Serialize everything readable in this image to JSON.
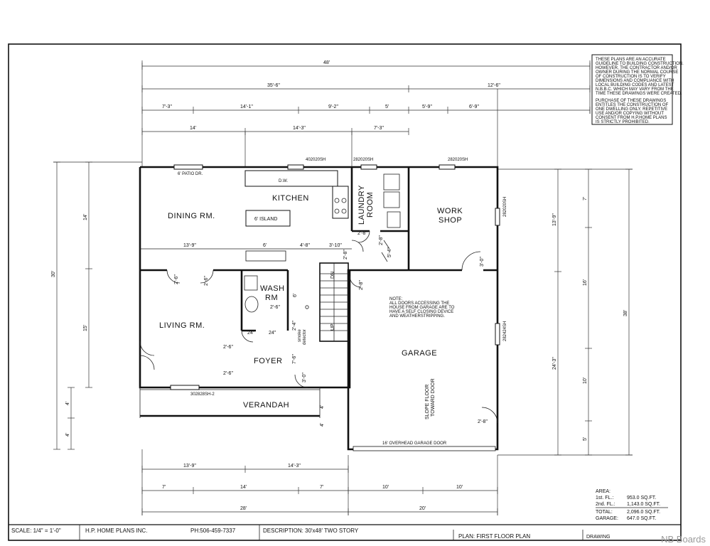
{
  "rooms": {
    "kitchen": "KITCHEN",
    "dining": "DINING RM.",
    "island": "6' ISLAND",
    "laundry1": "LAUNDRY",
    "laundry2": "ROOM",
    "work1": "WORK",
    "work2": "SHOP",
    "living": "LIVING RM.",
    "wash1": "WASH",
    "wash2": "RM",
    "foyer": "FOYER",
    "verandah": "VERANDAH",
    "garage": "GARAGE"
  },
  "labels": {
    "patio": "6' PATIO DR.",
    "dw": "D.W.",
    "win_402": "402020SH",
    "win_282a": "282020SH",
    "win_282b": "282020SH",
    "win_282c": "282020SH",
    "win_2824": "282424SH",
    "win_3028": "302828SH-2",
    "smoke1": "smoke",
    "smoke2": "detector",
    "dn": "DN",
    "up": "UP",
    "slope1": "SLOPE FLOOR",
    "slope2": "TOWARD DOOR",
    "overhead": "16' OVERHEAD GARAGE DOOR",
    "note_title": "NOTE:",
    "note1": "ALL DOORS ACCESSING THE",
    "note2": "HOUSE FROM GARAGE ARE TO",
    "note3": "HAVE A SELF CLOSING DEVICE",
    "note4": "AND WEATHERSTRIPPING."
  },
  "door_sizes": {
    "d1": "2'-8\"",
    "d2": "3'-10\"",
    "d3": "2'-8\"",
    "d4": "2'-6\"",
    "d5": "2'-6\"",
    "d6": "2'-6\"",
    "d7": "2'-4\"",
    "d8": "2'-6\"",
    "d9": "2'-6\"",
    "d10": "2'-8\"",
    "d11": "3'-0\"",
    "d12": "2'-8\"",
    "d13": "3'-0\"",
    "d14": "2'-8\"",
    "c1": "24\"",
    "c2": "24\"",
    "c3": "7'-6\"",
    "c4": "5'-4\"",
    "c5": "6'"
  },
  "dims": {
    "overall": "48'",
    "h_35_6": "35'-6\"",
    "h_12_6": "12'-6\"",
    "h_7_3": "7'-3\"",
    "h_14_1": "14'-1\"",
    "h_9_2": "9'-2\"",
    "h_5": "5'",
    "h_5_9": "5'-9\"",
    "h_6_9": "6'-9\"",
    "h_14": "14'",
    "h_14_3": "14'-3\"",
    "h_7_3b": "7'-3\"",
    "int_13_9": "13'-9\"",
    "int_6": "6'",
    "int_4_8": "4'-8\"",
    "b_13_9": "13'-9\"",
    "b_14_3": "14'-3\"",
    "b_7": "7'",
    "b_14": "14'",
    "b_7b": "7'",
    "b_10": "10'",
    "b_10b": "10'",
    "b_28": "28'",
    "b_20": "20'",
    "l_30": "30'",
    "l_14": "14'",
    "l_15": "15'",
    "l_4": "4'",
    "l_4b": "4'",
    "r_7": "7'",
    "r_13_9": "13'-9\"",
    "r_16": "16'",
    "r_24_3": "24'-3\"",
    "r_10": "10'",
    "r_5": "5'",
    "r_38": "38'",
    "v_4": "4'",
    "v_4b": "4'"
  },
  "disclaimer": [
    "THESE PLANS ARE AN ACCURATE",
    "GUIDELINE TO BUILDING CONSTRUCTION.",
    "HOWEVER, THE CONTRACTOR AND/OR",
    "OWNER DURING THE NORMAL COURSE",
    "OF CONSTRUCTION IS TO VERIFY",
    "DIMENSIONS AND COMPLIANCE WITH",
    "LOCAL BUILDING CODES AND LATEST",
    "N.B.B.C. WHICH MAY VARY FROM THE",
    "TIME THESE DRAWINGS WERE CREATED.",
    "",
    "PURCHASE OF THESE DRAWINGS",
    "ENTITLES THE CONSTRUCTION OF",
    "ONE DWELLING ONLY. REPETITIVE",
    "USE AND/OR COPYING WITHOUT",
    "CONSENT FROM H.P.HOME PLANS",
    "IS STRICTLY PROHIBITED."
  ],
  "area": {
    "title": "AREA:",
    "r1_label": "1st. FL.:",
    "r1_val": "953.0 SQ.FT.",
    "r2_label": "2nd. FL.:",
    "r2_val": "1,143.0 SQ.FT.",
    "r3_label": "TOTAL:",
    "r3_val": "2,096.0 SQ.FT.",
    "r4_label": "GARAGE:",
    "r4_val": "647.0 SQ.FT."
  },
  "titleblock": {
    "scale": "SCALE: 1/4\" = 1'-0\"",
    "company": "H.P. HOME PLANS INC.",
    "phone": "PH:506-459-7337",
    "description": "DESCRIPTION: 30'x48'  TWO STORY",
    "plan": "PLAN: FIRST FLOOR PLAN",
    "drawing": "DRAWING"
  },
  "watermark": "NB Boards"
}
